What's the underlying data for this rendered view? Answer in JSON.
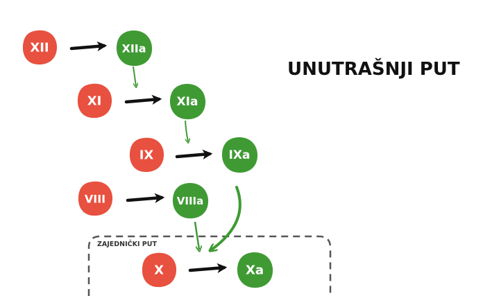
{
  "title": "UNUTRAŠNJI PUT",
  "region_label": "ZAJEDNIČKI PUT",
  "colors": {
    "inactive": "#e8503f",
    "active": "#3f9a34",
    "arrow_black": "#111111",
    "arrow_green": "#3f9a34",
    "border": "#555555"
  },
  "nodes": {
    "xii": "XII",
    "xiia": "XIIa",
    "xi": "XI",
    "xia": "XIa",
    "ix": "IX",
    "ixa": "IXa",
    "viii": "VIII",
    "viiia": "VIIIa",
    "x": "X",
    "xa": "Xa"
  }
}
